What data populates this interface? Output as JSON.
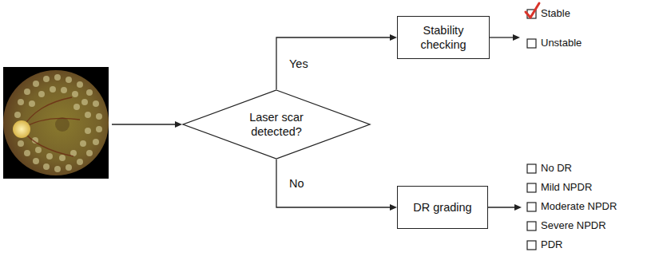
{
  "diagram": {
    "nodes": [
      {
        "text": [
          "Laser scar detected?"
        ]
      },
      {
        "text": [
          "Stability checking"
        ]
      },
      {
        "text": [
          "DR grading"
        ]
      }
    ],
    "edges": [
      {
        "from": 0,
        "to": 1,
        "label": "Yes",
        "arrow": "to"
      },
      {
        "from": 0,
        "to": 2,
        "label": "No",
        "arrow": "to"
      }
    ],
    "labels": [
      "Stable",
      "Unstable",
      "No DR",
      "Mild NPDR",
      "Moderate NPDR",
      "Severe NPDR",
      "PDR"
    ]
  }
}
